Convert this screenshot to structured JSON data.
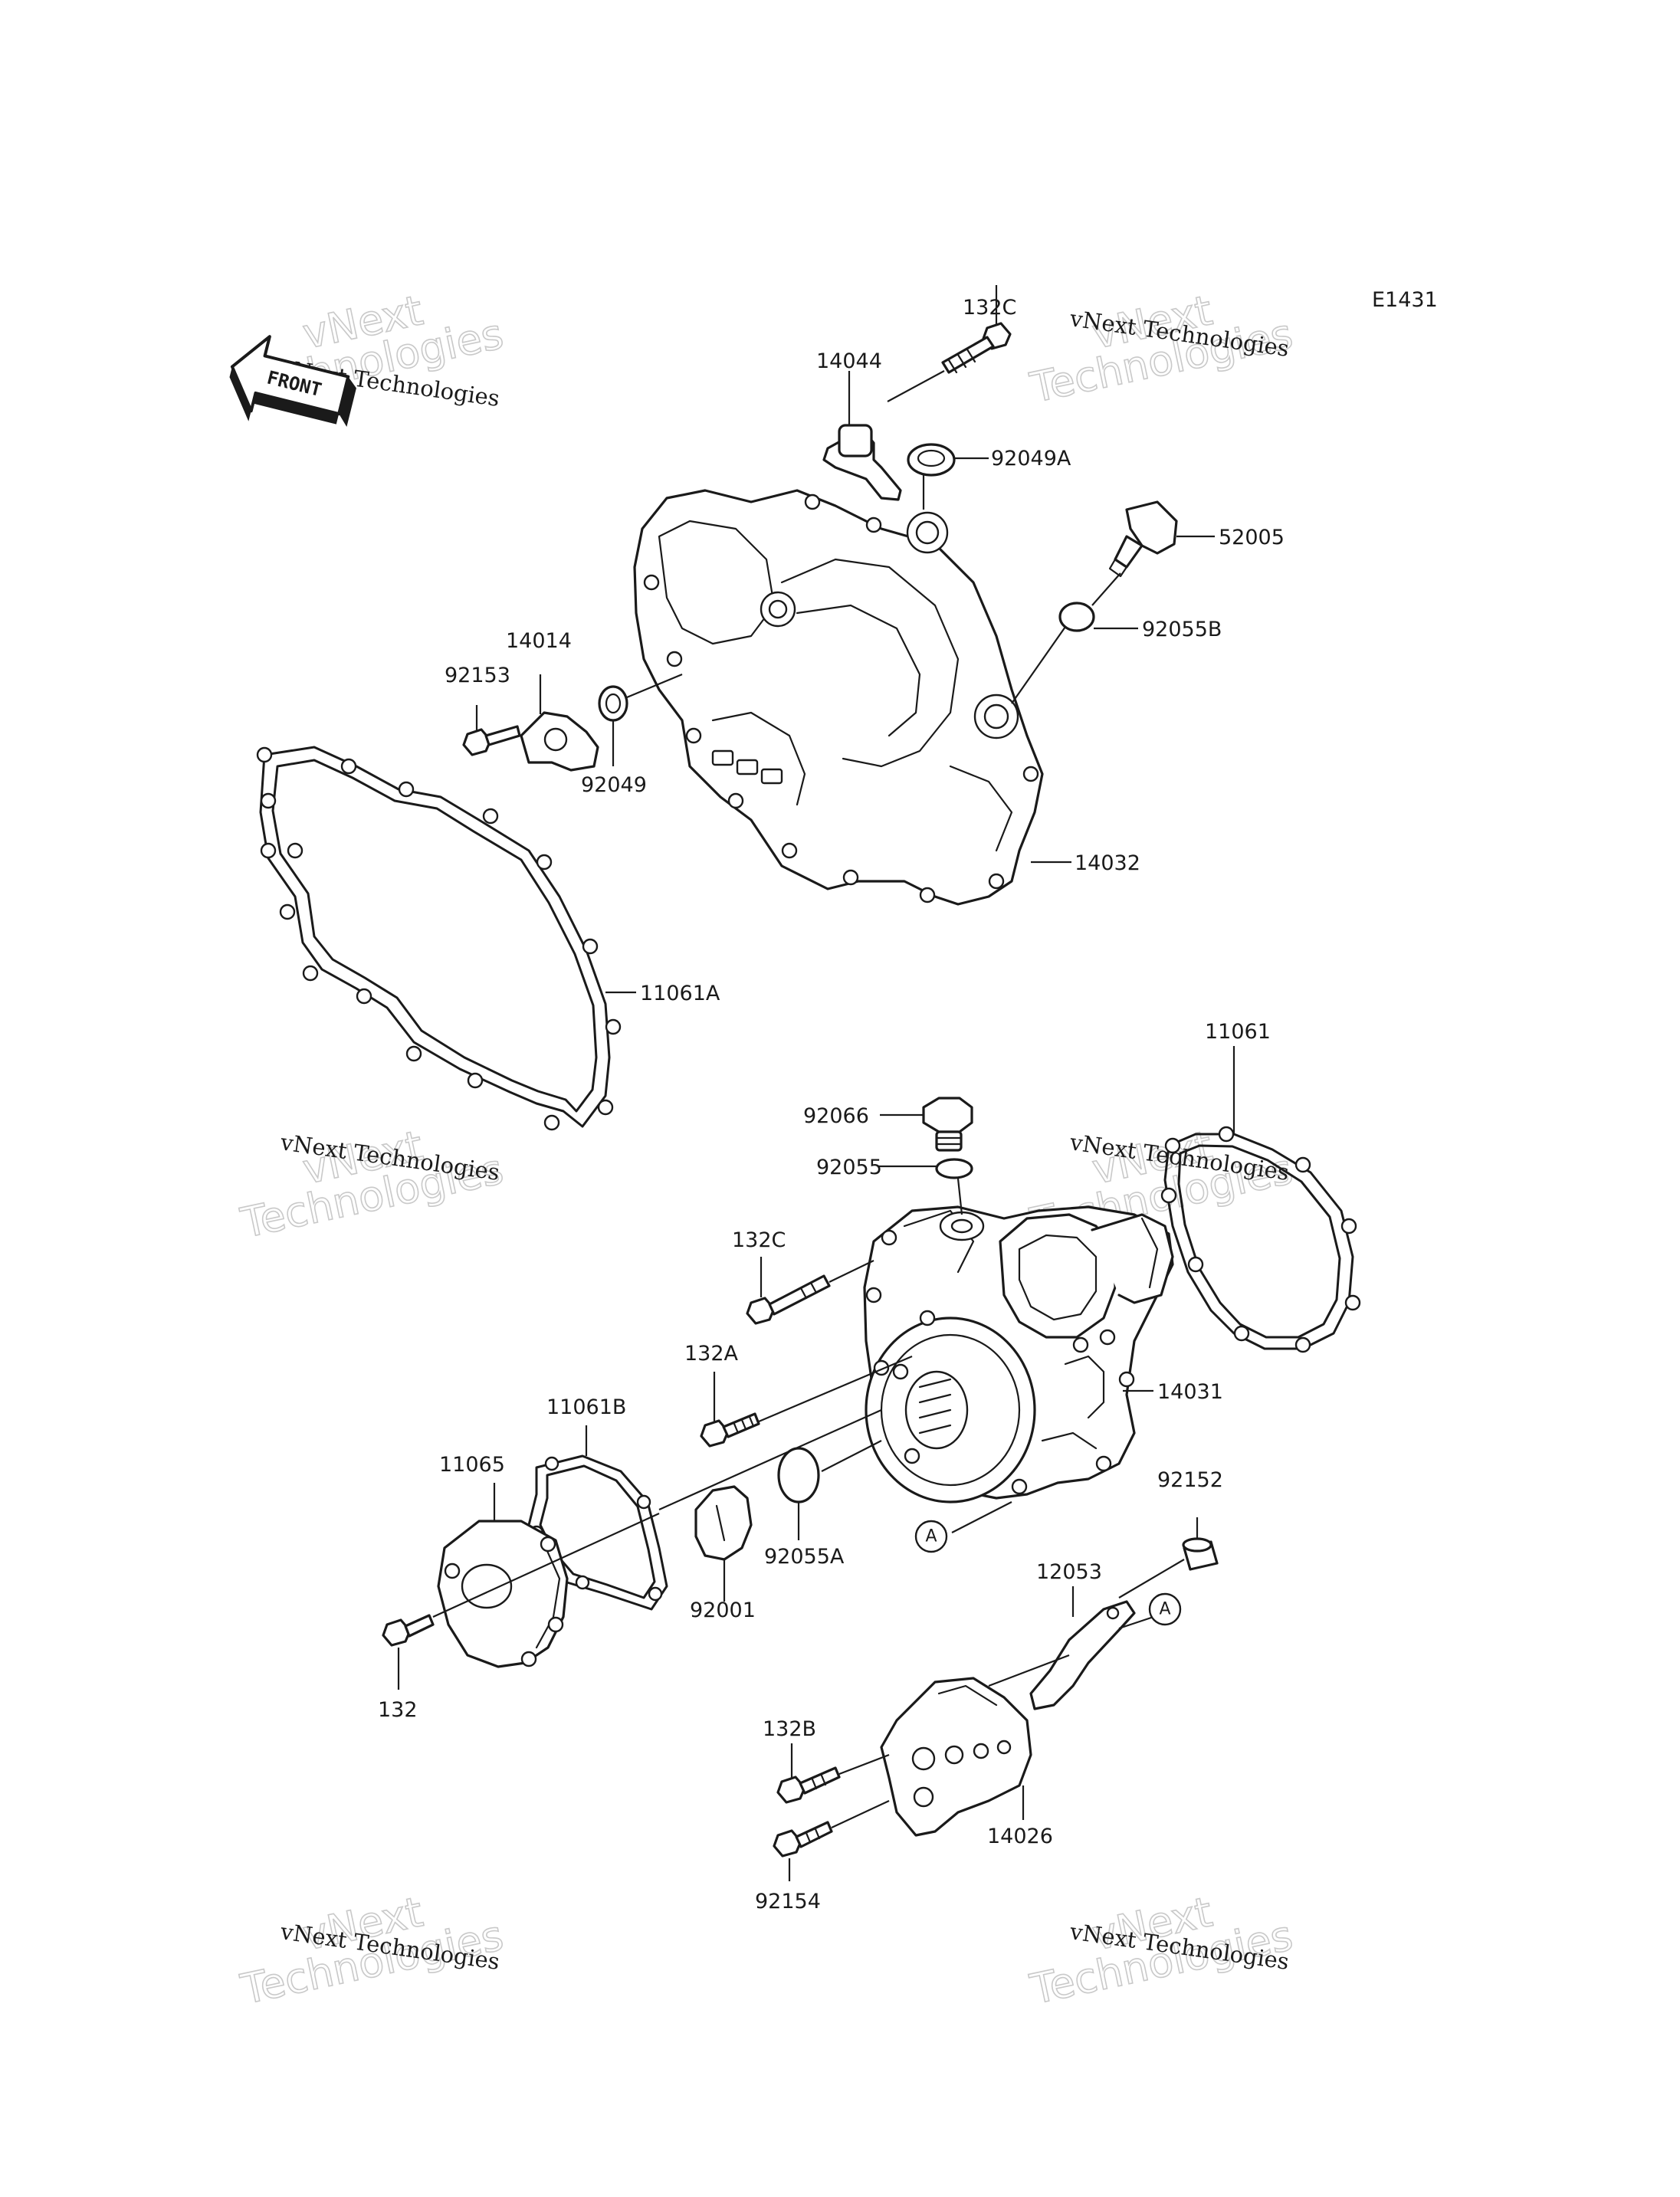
{
  "diagram_code": "E1431",
  "front_arrow_label": "FRONT",
  "watermark": {
    "line1": "vNext Technologies",
    "line2_top": "vNext",
    "line2_bottom": "Technologies"
  },
  "parts": [
    {
      "id": "p132C_top",
      "number": "132C"
    },
    {
      "id": "p14044",
      "number": "14044"
    },
    {
      "id": "p92049A",
      "number": "92049A"
    },
    {
      "id": "p52005",
      "number": "52005"
    },
    {
      "id": "p92055B",
      "number": "92055B"
    },
    {
      "id": "p14014",
      "number": "14014"
    },
    {
      "id": "p92153",
      "number": "92153"
    },
    {
      "id": "p92049",
      "number": "92049"
    },
    {
      "id": "p14032",
      "number": "14032"
    },
    {
      "id": "p11061A",
      "number": "11061A"
    },
    {
      "id": "p11061",
      "number": "11061"
    },
    {
      "id": "p92066",
      "number": "92066"
    },
    {
      "id": "p92055",
      "number": "92055"
    },
    {
      "id": "p132C_mid",
      "number": "132C"
    },
    {
      "id": "p132A",
      "number": "132A"
    },
    {
      "id": "p14031",
      "number": "14031"
    },
    {
      "id": "p11061B",
      "number": "11061B"
    },
    {
      "id": "p11065",
      "number": "11065"
    },
    {
      "id": "p92055A",
      "number": "92055A"
    },
    {
      "id": "p92001",
      "number": "92001"
    },
    {
      "id": "p92152",
      "number": "92152"
    },
    {
      "id": "p12053",
      "number": "12053"
    },
    {
      "id": "p132",
      "number": "132"
    },
    {
      "id": "p132B",
      "number": "132B"
    },
    {
      "id": "p14026",
      "number": "14026"
    },
    {
      "id": "p92154",
      "number": "92154"
    }
  ],
  "reference_markers": {
    "ref_a1": "A",
    "ref_a2": "A"
  }
}
